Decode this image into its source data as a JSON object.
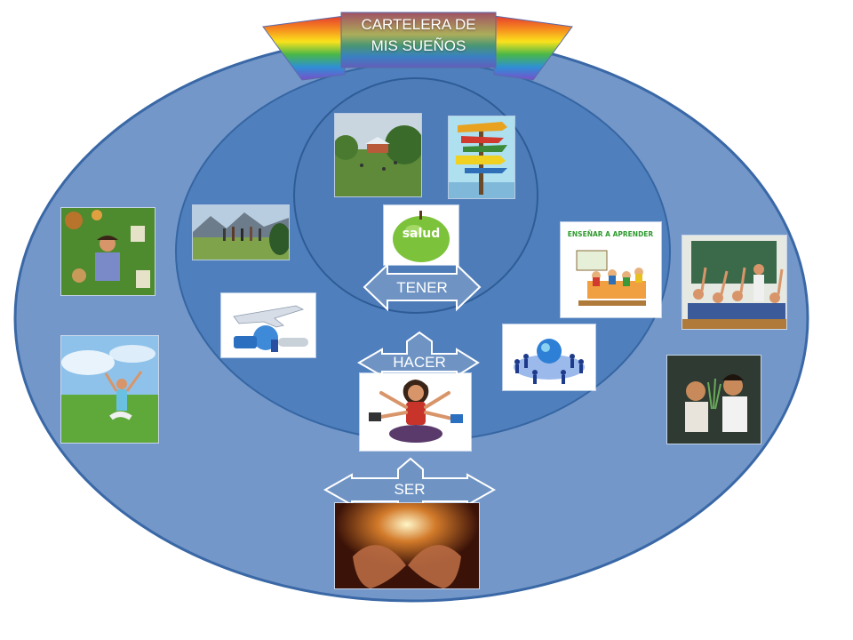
{
  "banner": {
    "title_line1": "CARTELERA DE",
    "title_line2": "MIS SUEÑOS"
  },
  "arrows": {
    "tener": "TENER",
    "hacer": "HACER",
    "ser": "SER"
  },
  "photo_labels": {
    "salud": "salud",
    "ensenar": "ENSEÑAR A APRENDER"
  },
  "colors": {
    "outer_ellipse": "#7397c9",
    "middle_ellipse": "#4f7fbd",
    "inner_circle": "#4e7cb8",
    "ring_stroke": "#2e5c96",
    "arrow_fill": "#6f94c4",
    "arrow_stroke": "#ffffff",
    "banner_box": "#4a6fa8",
    "rainbow": [
      "#e63b2e",
      "#f58a1f",
      "#fbe21c",
      "#49b748",
      "#2e8fd6",
      "#7a4fc9"
    ]
  },
  "icons": [
    "rainbow-banner-icon",
    "apple-icon",
    "signpost-icon",
    "airplane-icon",
    "globe-people-icon",
    "hands-light-icon"
  ]
}
